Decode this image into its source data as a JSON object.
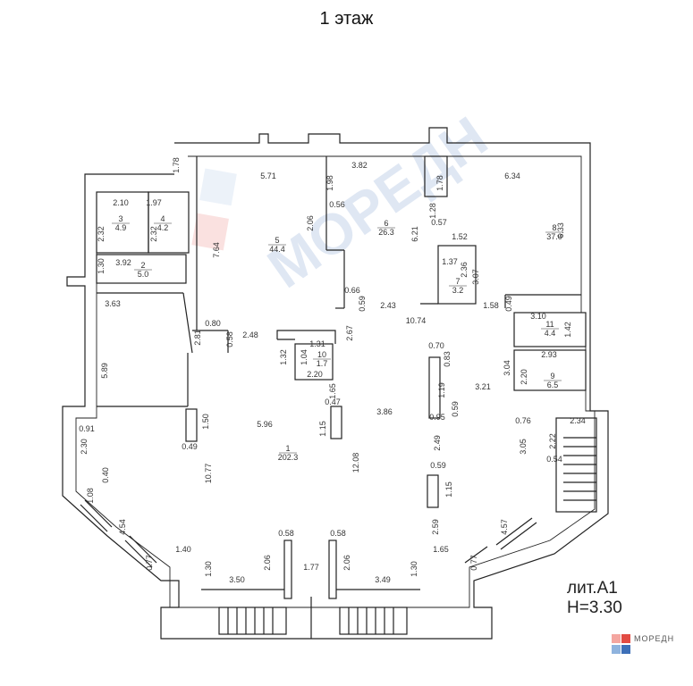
{
  "header": {
    "floor_title": "1 этаж"
  },
  "plan": {
    "building_label": "лит.А1",
    "height_label": "Н=3.30",
    "watermark": "МОРЕДН",
    "rooms": [
      {
        "number": "1",
        "area": "202.3"
      },
      {
        "number": "2",
        "area": "5.0"
      },
      {
        "number": "3",
        "area": "4.9"
      },
      {
        "number": "4",
        "area": "4.2"
      },
      {
        "number": "5",
        "area": "44.4"
      },
      {
        "number": "6",
        "area": "26.3"
      },
      {
        "number": "7",
        "area": "3.2"
      },
      {
        "number": "8",
        "area": "37.0"
      },
      {
        "number": "9",
        "area": "6.5"
      },
      {
        "number": "10",
        "area": "1.7"
      },
      {
        "number": "11",
        "area": "4.4"
      }
    ],
    "dimensions": [
      "5.71",
      "1.78",
      "3.82",
      "1.98",
      "1.78",
      "6.34",
      "2.10",
      "1.97",
      "2.32",
      "2.32",
      "7.64",
      "0.56",
      "2.06",
      "6.21",
      "1.28",
      "0.57",
      "6.33",
      "3.92",
      "1.30",
      "1.52",
      "1.37",
      "2.36",
      "3.07",
      "0.66",
      "0.59",
      "3.63",
      "2.43",
      "10.74",
      "1.58",
      "0.49",
      "0.80",
      "0.58",
      "2.48",
      "2.81",
      "3.10",
      "1.42",
      "1.31",
      "1.04",
      "1.32",
      "2.67",
      "0.70",
      "0.83",
      "2.93",
      "2.20",
      "3.04",
      "3.21",
      "5.89",
      "2.20",
      "1.65",
      "1.19",
      "0.47",
      "0.59",
      "0.95",
      "3.86",
      "0.76",
      "2.34",
      "1.50",
      "5.96",
      "1.15",
      "2.22",
      "3.05",
      "0.91",
      "0.54",
      "2.30",
      "0.49",
      "2.49",
      "12.08",
      "10.77",
      "0.40",
      "0.59",
      "1.15",
      "1.08",
      "4.54",
      "2.59",
      "4.57",
      "0.58",
      "0.58",
      "0.77",
      "1.40",
      "1.65",
      "0.77",
      "1.30",
      "2.06",
      "1.77",
      "2.06",
      "1.30",
      "3.50",
      "3.49"
    ]
  },
  "logo": {
    "text": "МОРЕДН",
    "colors": [
      "#f4a6a0",
      "#e24b43",
      "#8fb3de",
      "#3d6fb8"
    ]
  }
}
